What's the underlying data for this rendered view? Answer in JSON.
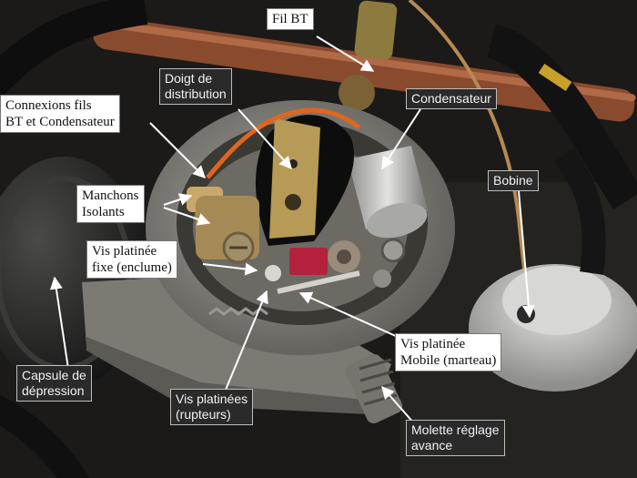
{
  "labels": {
    "fil_bt": "Fil BT",
    "doigt": [
      "Doigt de",
      "distribution"
    ],
    "connexions": [
      "Connexions fils",
      "BT et Condensateur"
    ],
    "condensateur": "Condensateur",
    "manchons": [
      "Manchons",
      "Isolants"
    ],
    "bobine": "Bobine",
    "vis_fixe": [
      "Vis platinée",
      "fixe (enclume)"
    ],
    "vis_mobile": [
      "Vis platinée",
      "Mobile (marteau)"
    ],
    "capsule": [
      "Capsule de",
      "dépression"
    ],
    "rupteurs": [
      "Vis platinées",
      "(rupteurs)"
    ],
    "molette": [
      "Molette réglage",
      "avance"
    ]
  },
  "colors": {
    "engine_dark": "#1b1a18",
    "copper_pipe": "#8a4a2e",
    "distributor_body": "#8f8c86",
    "rotor": "#0d0d0d",
    "brass_plate": "#b69a56",
    "condenser": "#b9b9b6",
    "orange_wire": "#e0661f",
    "coil_top": "#c9cac8",
    "arrow_white": "#ffffff"
  }
}
